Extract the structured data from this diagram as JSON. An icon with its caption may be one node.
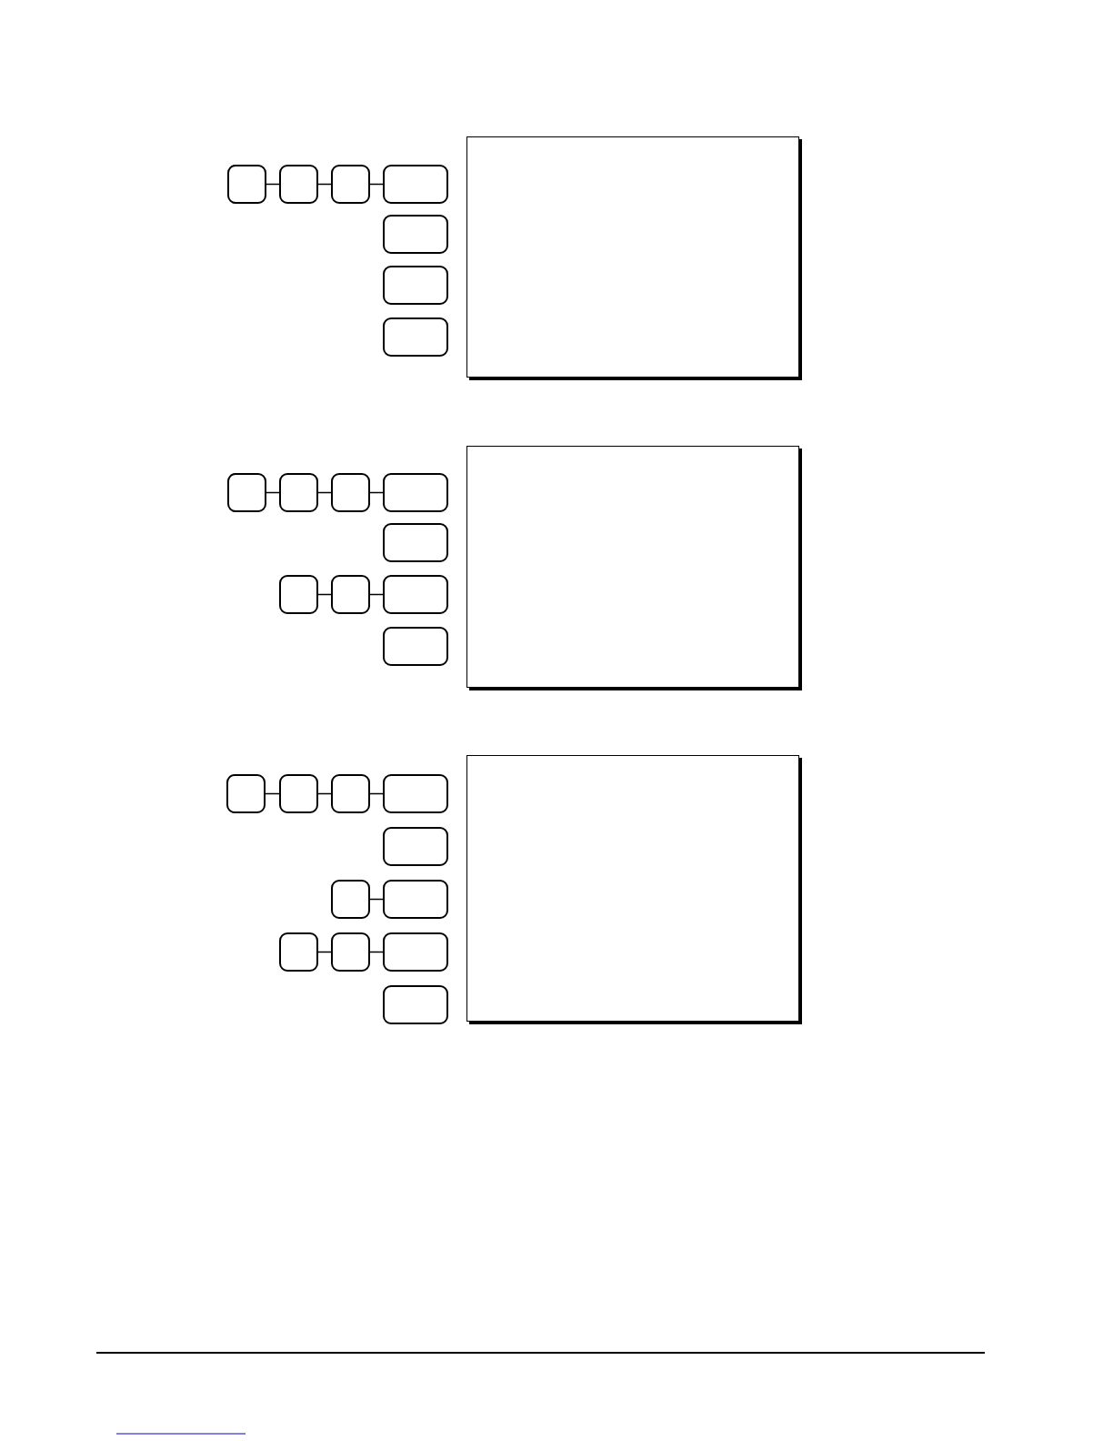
{
  "diagram": {
    "nodes": [
      {
        "text": [],
        "shape": "box"
      },
      {
        "text": [],
        "shape": "box"
      },
      {
        "text": [],
        "shape": "box"
      },
      {
        "text": [],
        "shape": "box"
      },
      {
        "text": [],
        "shape": "box"
      },
      {
        "text": [],
        "shape": "box"
      },
      {
        "text": [],
        "shape": "box"
      },
      {
        "text": [],
        "shape": "box"
      },
      {
        "text": [],
        "shape": "box"
      },
      {
        "text": [],
        "shape": "box"
      },
      {
        "text": [],
        "shape": "box"
      },
      {
        "text": [],
        "shape": "box"
      },
      {
        "text": [],
        "shape": "box"
      },
      {
        "text": [],
        "shape": "box"
      },
      {
        "text": [],
        "shape": "box"
      },
      {
        "text": [],
        "shape": "box"
      },
      {
        "text": [],
        "shape": "box"
      },
      {
        "text": [],
        "shape": "box"
      },
      {
        "text": [],
        "shape": "box"
      },
      {
        "text": [],
        "shape": "box"
      },
      {
        "text": [],
        "shape": "box"
      },
      {
        "text": [],
        "shape": "box"
      },
      {
        "text": [],
        "shape": "box"
      },
      {
        "text": [],
        "shape": "box"
      },
      {
        "text": [],
        "shape": "box"
      },
      {
        "text": [],
        "shape": "box"
      },
      {
        "text": [],
        "shape": "box"
      },
      {
        "text": [],
        "shape": "box"
      },
      {
        "text": [],
        "shape": "box"
      },
      {
        "text": [],
        "shape": "box"
      }
    ],
    "edges": [
      {
        "from": 0,
        "to": 1,
        "arrow": "none"
      },
      {
        "from": 1,
        "to": 2,
        "arrow": "none"
      },
      {
        "from": 2,
        "to": 3,
        "arrow": "none"
      },
      {
        "from": 8,
        "to": 9,
        "arrow": "none"
      },
      {
        "from": 9,
        "to": 10,
        "arrow": "none"
      },
      {
        "from": 10,
        "to": 11,
        "arrow": "none"
      },
      {
        "from": 13,
        "to": 14,
        "arrow": "none"
      },
      {
        "from": 14,
        "to": 15,
        "arrow": "none"
      },
      {
        "from": 18,
        "to": 19,
        "arrow": "none"
      },
      {
        "from": 19,
        "to": 20,
        "arrow": "none"
      },
      {
        "from": 20,
        "to": 21,
        "arrow": "none"
      },
      {
        "from": 23,
        "to": 24,
        "arrow": "none"
      },
      {
        "from": 25,
        "to": 26,
        "arrow": "none"
      },
      {
        "from": 26,
        "to": 27,
        "arrow": "none"
      }
    ]
  }
}
